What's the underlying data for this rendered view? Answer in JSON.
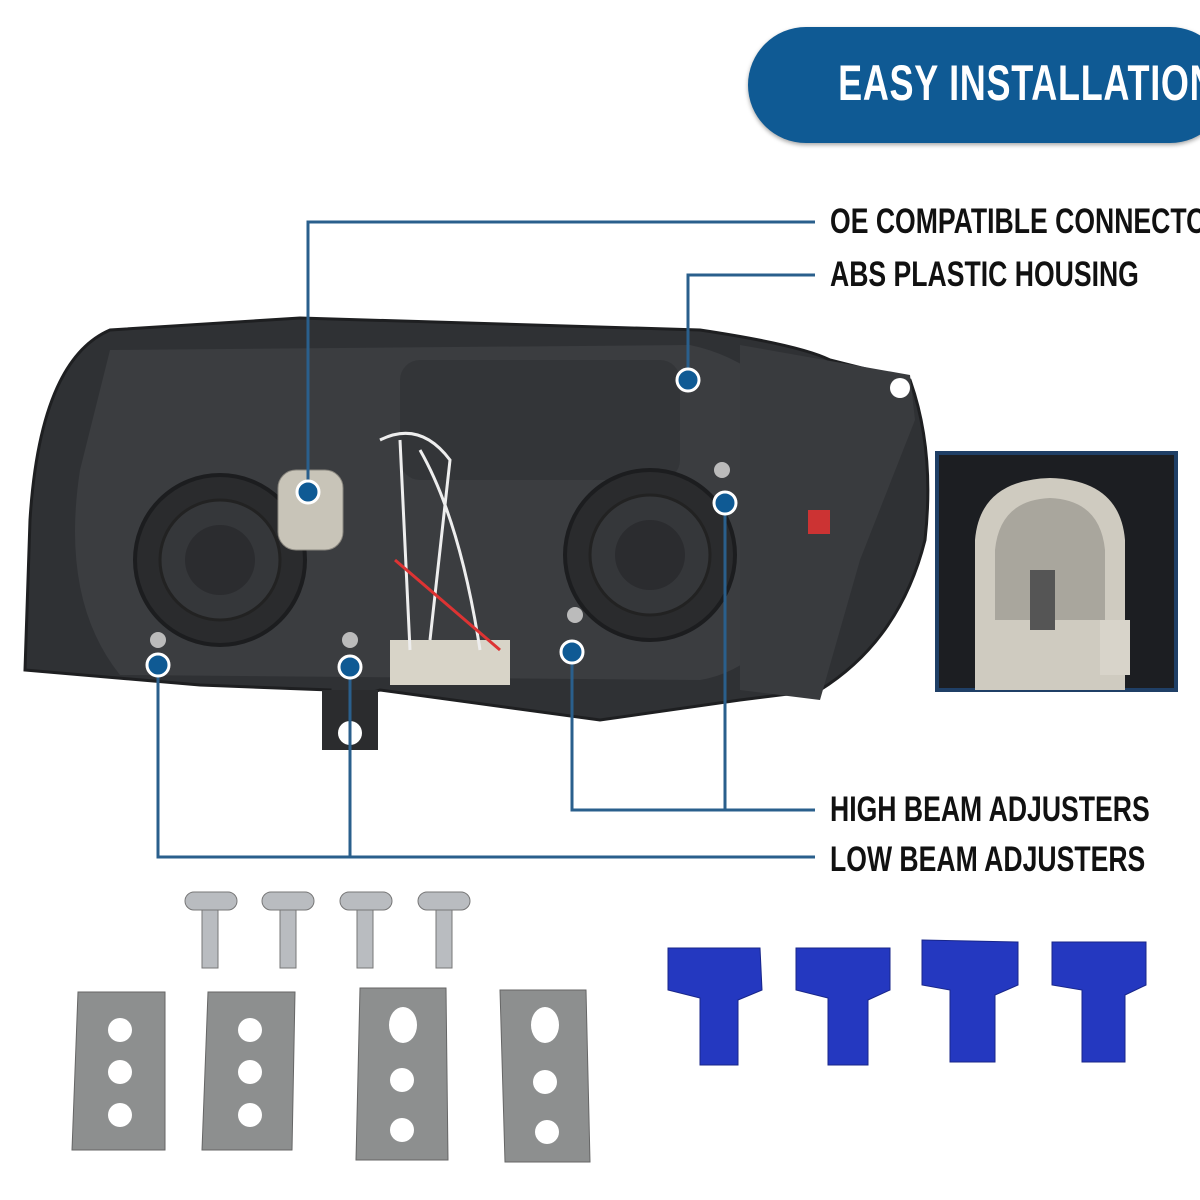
{
  "header": {
    "title": "EASY INSTALLATION"
  },
  "callouts": [
    {
      "label": "OE COMPATIBLE CONNECTOR"
    },
    {
      "label": "ABS PLASTIC HOUSING"
    },
    {
      "label": "HIGH BEAM ADJUSTERS"
    },
    {
      "label": "LOW BEAM ADJUSTERS"
    }
  ],
  "colors": {
    "accent": "#0f5a94",
    "callout_line": "#2a5f8c",
    "connector_blue": "#2438c0"
  },
  "accessories": {
    "screws": 4,
    "brackets": 4,
    "wire_taps": 4
  }
}
